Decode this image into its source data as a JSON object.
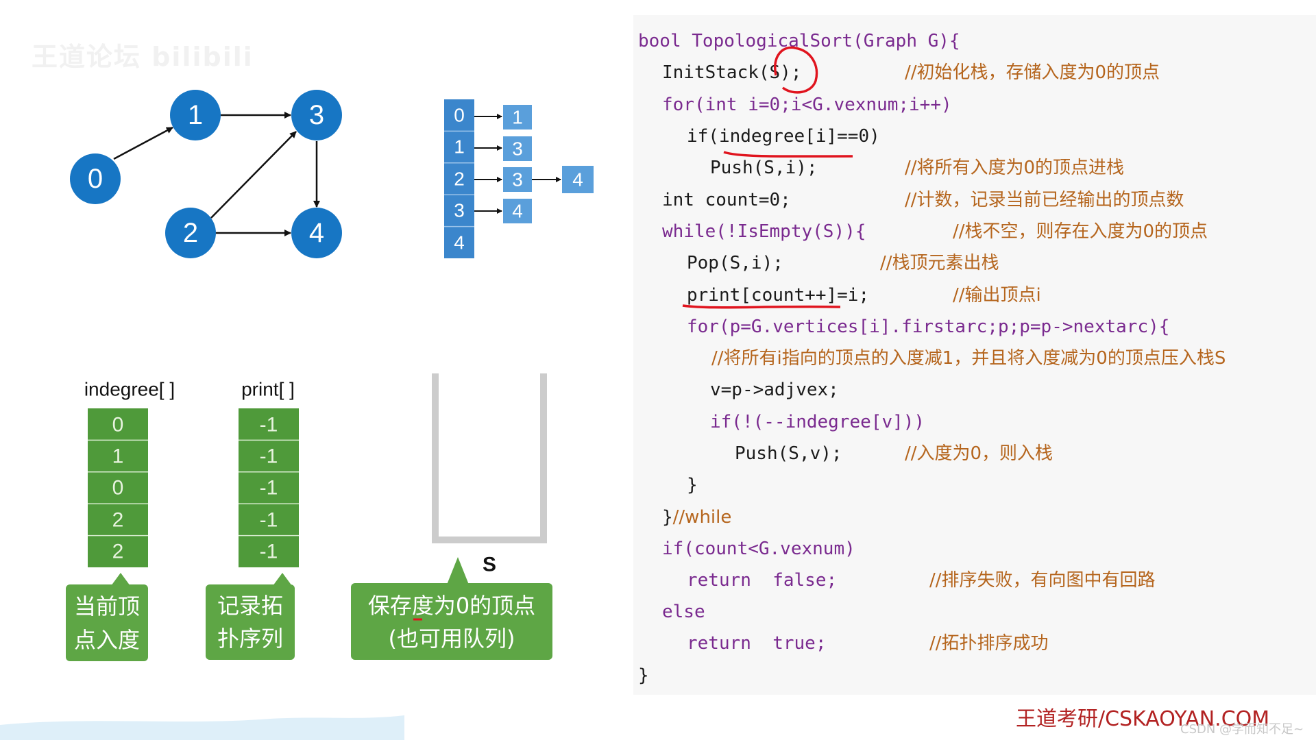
{
  "watermark_top": "王道论坛 bilibili",
  "graph": {
    "nodes": [
      "0",
      "1",
      "2",
      "3",
      "4"
    ]
  },
  "adjacency": {
    "heads": [
      "0",
      "1",
      "2",
      "3",
      "4"
    ],
    "lists": [
      [
        "1"
      ],
      [
        "3"
      ],
      [
        "3",
        "4"
      ],
      [
        "4"
      ],
      []
    ]
  },
  "indegree": {
    "title": "indegree[ ]",
    "values": [
      "0",
      "1",
      "0",
      "2",
      "2"
    ],
    "callout": [
      "当前顶",
      "点入度"
    ]
  },
  "print": {
    "title": "print[ ]",
    "values": [
      "-1",
      "-1",
      "-1",
      "-1",
      "-1"
    ],
    "callout": [
      "记录拓",
      "扑序列"
    ]
  },
  "stack": {
    "label": "S",
    "callout": [
      "保存度为0的顶点",
      "(也可用队列)"
    ]
  },
  "code": {
    "line01": "bool TopologicalSort(Graph G){",
    "line02_code": "InitStack(S);",
    "line02_comment": "//初始化栈，存储入度为0的顶点",
    "line03": "for(int i=0;i<G.vexnum;i++)",
    "line04": "if(indegree[i]==0)",
    "line05_code": "Push(S,i);",
    "line05_comment": "//将所有入度为0的顶点进栈",
    "line06_code": "int count=0;",
    "line06_comment": "//计数，记录当前已经输出的顶点数",
    "line07_code": "while(!IsEmpty(S)){",
    "line07_comment": "//栈不空，则存在入度为0的顶点",
    "line08_code": "Pop(S,i);",
    "line08_comment": "//栈顶元素出栈",
    "line09_code": "print[count++]=i;",
    "line09_comment": "//输出顶点i",
    "line10": "for(p=G.vertices[i].firstarc;p;p=p->nextarc){",
    "line11_comment": "//将所有i指向的顶点的入度减1，并且将入度减为0的顶点压入栈S",
    "line12": "v=p->adjvex;",
    "line13": "if(!(--indegree[v]))",
    "line14_code": "Push(S,v);",
    "line14_comment": "//入度为0，则入栈",
    "line15": "}",
    "line16_code": "}",
    "line16_comment": "//while",
    "line17": "if(count<G.vexnum)",
    "line18_code": "return  false;",
    "line18_comment": "//排序失败，有向图中有回路",
    "line19": "else",
    "line20_code": "return  true;",
    "line20_comment": "//拓扑排序成功",
    "line21": "}"
  },
  "footer": "王道考研/CSKAOYAN.COM",
  "watermark_csdn": "CSDN @学而知不足~",
  "colors": {
    "graph_node": "#1776c4",
    "adj_box": "#3b86cc",
    "adj_box_light": "#5a9fdb",
    "array_cell": "#4f9a3a",
    "callout": "#5ea645",
    "stack_wall": "#cccccc",
    "annotation": "#e0141e"
  }
}
